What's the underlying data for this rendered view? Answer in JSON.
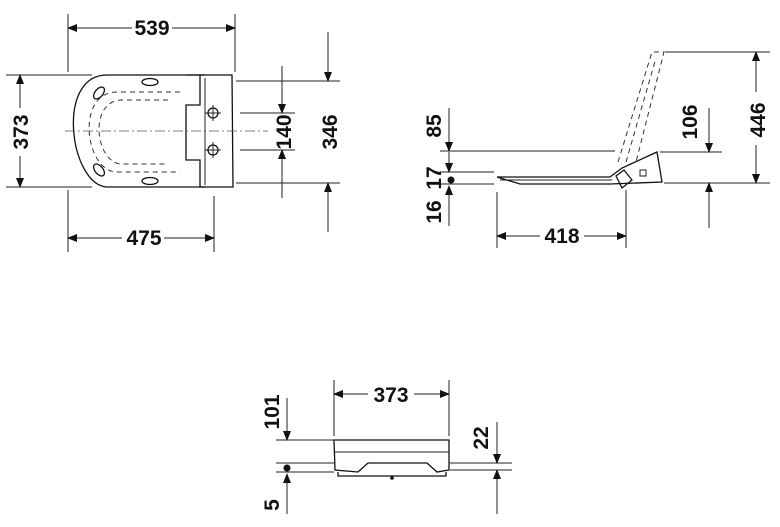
{
  "top_view": {
    "width_overall": "539",
    "width_seat": "475",
    "depth_seat": "373",
    "hinge_spacing": "140",
    "mount_depth": "346"
  },
  "side_view": {
    "lid_height_open": "446",
    "hinge_height": "106",
    "seat_drop": "85",
    "seat_thickness": "17",
    "buffer_height": "16",
    "seat_length": "418"
  },
  "front_view": {
    "width": "373",
    "height_above": "101",
    "lid_height": "22",
    "gap": "5"
  }
}
